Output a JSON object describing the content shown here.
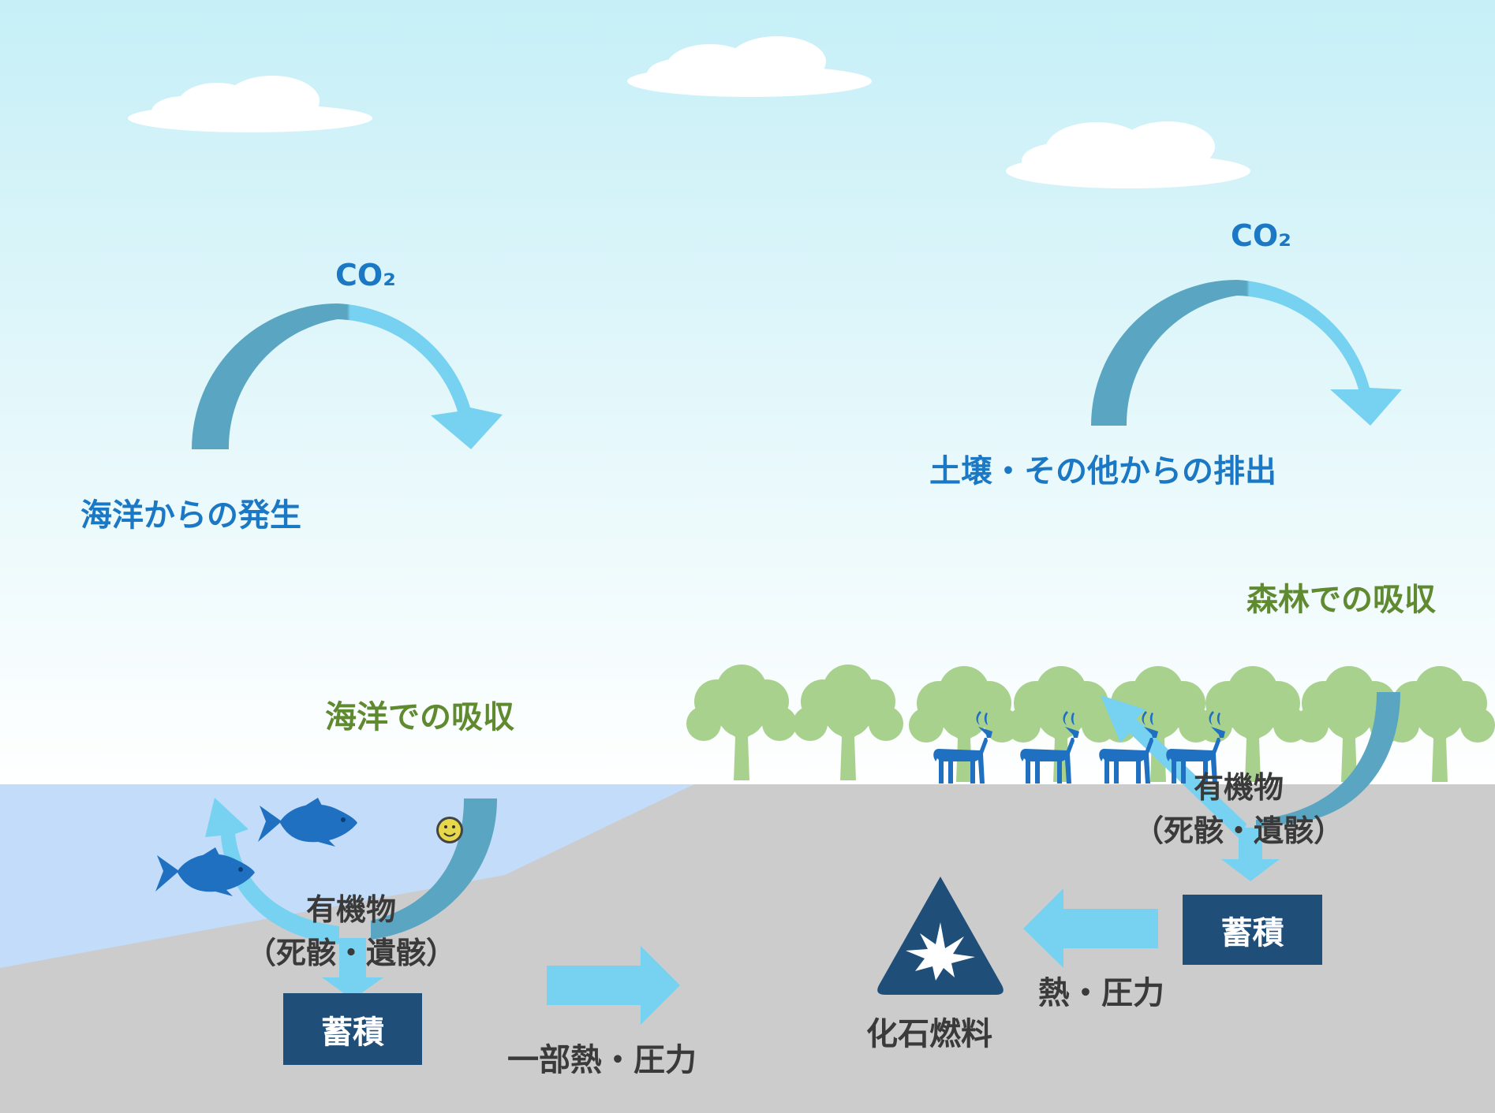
{
  "colors": {
    "sky_top": "#c6eff7",
    "sky_bottom": "#ffffff",
    "sea": "#c2dcf9",
    "ground": "#cccccc",
    "cloud": "#ffffff",
    "arrow_light": "#76d2f0",
    "arrow_dark": "#5aa6c2",
    "tree": "#a9d18e",
    "deer": "#1f70c1",
    "fish": "#1f70c1",
    "box": "#1f4e79",
    "blue_text": "#1b78c4",
    "green_text": "#5f8a30",
    "dark_text": "#3a3a3a"
  },
  "labels": {
    "co2_left": "CO₂",
    "co2_right": "CO₂",
    "ocean_emission": "海洋からの発生",
    "soil_emission": "土壌・その他からの排出",
    "forest_absorption": "森林での吸収",
    "ocean_absorption": "海洋での吸収",
    "organic_left_line1": "有機物",
    "organic_left_line2": "（死骸・遺骸）",
    "organic_right_line1": "有機物",
    "organic_right_line2": "（死骸・遺骸）",
    "accumulation_left": "蓄積",
    "accumulation_right": "蓄積",
    "partial_heat_pressure": "一部熱・圧力",
    "heat_pressure": "熱・圧力",
    "fossil_fuel": "化石燃料"
  },
  "icons": {
    "hazard": "explosion-warning-icon",
    "animal": "deer-icon",
    "sea_animal": "fish-icon",
    "plant": "tree-icon",
    "face": "smiley-icon"
  }
}
